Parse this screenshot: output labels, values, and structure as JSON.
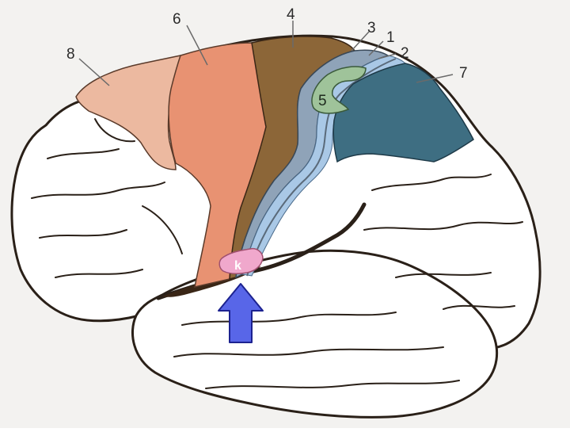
{
  "diagram": {
    "labels": {
      "l1": "1",
      "l2": "2",
      "l3": "3",
      "l4": "4",
      "l5": "5",
      "l6": "6",
      "l7": "7",
      "l8": "8",
      "lk": "k"
    },
    "colors": {
      "background": "#f3f2f0",
      "brain_fill": "#ffffff",
      "outline": "#2a2018",
      "area_8": "#ecb9a0",
      "area_6": "#e89272",
      "area_4": "#8c6638",
      "area_3_1_2": "#8fa3b8",
      "area_light_blue": "#a9c8e6",
      "area_5": "#9fc39a",
      "area_7": "#3e6e82",
      "area_k": "#f0a8cc",
      "arrow": "#5866e8",
      "arrow_outline": "#1c2290"
    }
  }
}
